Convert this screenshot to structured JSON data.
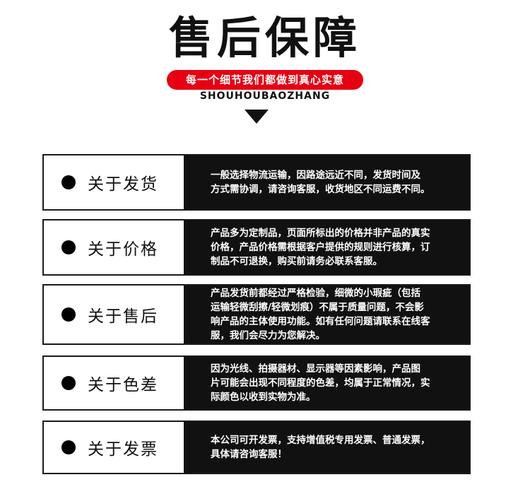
{
  "header": {
    "title": "售后保障",
    "slogan": "每一个细节我们都做到真心实意",
    "pinyin": "SHOUHOUBAOZHANG"
  },
  "cards": [
    {
      "label": "关于发货",
      "text": "一般选择物流运输，因路途远近不同，发货时间及\n方式需协调，请咨询客服，收货地区不同运费不同。"
    },
    {
      "label": "关于价格",
      "text": "产品多为定制品，页面所标出的价格并非产品的真实\n价格，产品价格需根据客户提供的规则进行核算，订\n制品不可退换，购买前请务必联系客服。"
    },
    {
      "label": "关于售后",
      "text": "产品发货前都经过严格检验，细微的小瑕疵（包括\n运输轻微刮擦/轻微划痕）不属于质量问题，不会影\n响产品的主体使用功能。如有任何问题请联系在线客\n服，我们会尽力为您解决。"
    },
    {
      "label": "关于色差",
      "text": "因为光线、拍摄器材、显示器等因素影响，产品图\n片可能会出现不同程度的色差，均属于正常情况，实\n际颜色以收到实物为准。"
    },
    {
      "label": "关于发票",
      "text": "本公司可开发票，支持增值税专用发票、普通发票，\n具体请咨询客服！"
    }
  ],
  "colors": {
    "accent": "#e60012",
    "panel": "#111111"
  }
}
